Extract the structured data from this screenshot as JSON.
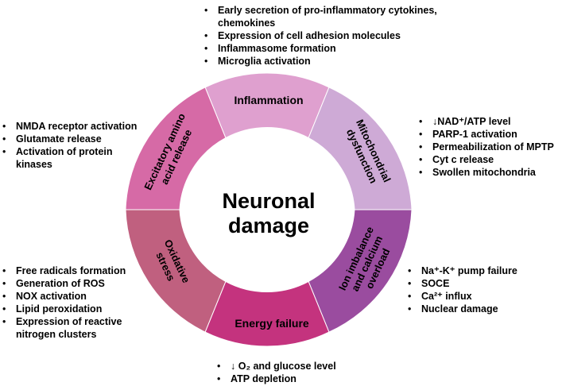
{
  "center": {
    "line1": "Neuronal",
    "line2": "damage"
  },
  "segments": {
    "inflammation": {
      "label": "Inflammation",
      "color": "#dfa0cf"
    },
    "mitochondrial": {
      "line1": "Mitochondrial",
      "line2": "dysfunction",
      "color": "#ceaad6"
    },
    "ion": {
      "line1": "Ion imbalance",
      "line2": "and calcium",
      "line3": "overload",
      "color": "#9a4c9f"
    },
    "energy": {
      "label": "Energy failure",
      "color": "#c4337e"
    },
    "oxidative": {
      "line1": "Oxidative",
      "line2": "stress",
      "color": "#c0607f"
    },
    "excitatory": {
      "line1": "Excitatory amino",
      "line2": "acid release",
      "color": "#d66aa6"
    }
  },
  "lists": {
    "inflammation": [
      "Early secretion of pro-inflammatory cytokines,",
      "chemokines",
      "Expression of cell adhesion molecules",
      "Inflammasome formation",
      "Microglia activation"
    ],
    "excitatory": [
      "NMDA receptor activation",
      "Glutamate release",
      "Activation of protein",
      "kinases"
    ],
    "mitochondrial": [
      "↓NAD⁺/ATP level",
      "PARP-1 activation",
      "Permeabilization of MPTP",
      "Cyt c release",
      "Swollen mitochondria"
    ],
    "oxidative": [
      "Free radicals formation",
      "Generation of ROS",
      "NOX activation",
      "Lipid peroxidation",
      "Expression of reactive",
      "nitrogen clusters"
    ],
    "ion": [
      "Na⁺-K⁺ pump failure",
      "SOCE",
      "Ca²⁺ influx",
      "Nuclear damage"
    ],
    "energy": [
      "↓ O₂ and glucose level",
      "ATP depletion"
    ]
  }
}
